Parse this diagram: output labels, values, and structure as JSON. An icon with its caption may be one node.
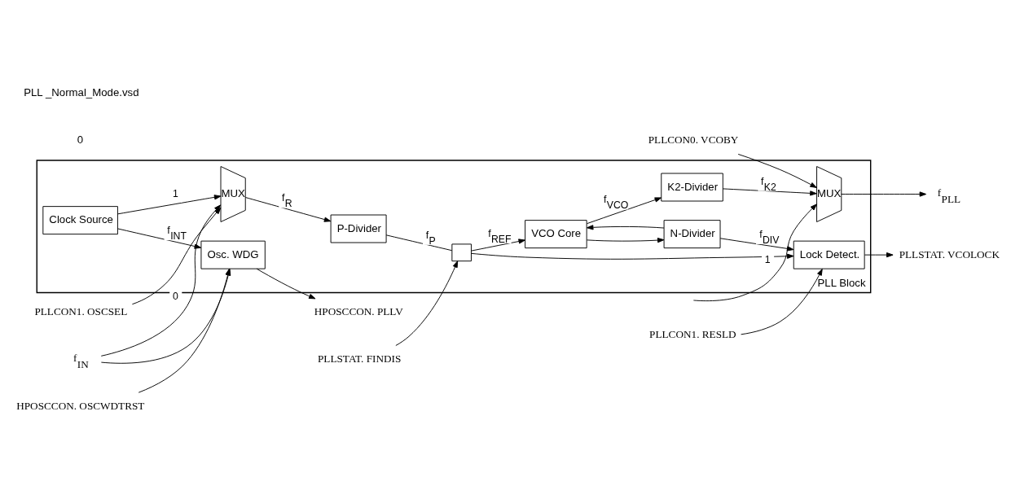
{
  "diagram": {
    "nodes": [
      {
        "text": [
          "PLL Block"
        ]
      },
      {
        "text": [
          "PLLCON1. OSCSEL"
        ]
      },
      {
        "text": [
          "PLLSTAT. FINDIS"
        ]
      },
      {
        "text": [
          "PLLCON0. VCOBY"
        ]
      },
      {
        "text": [
          "f$_{IN}$"
        ]
      },
      {
        "text": [
          "MUX"
        ],
        "in": 0
      },
      {
        "text": [
          "P-Divider"
        ],
        "in": 0
      },
      {
        "text": [],
        "shape": "box",
        "in": 0
      },
      {
        "text": [
          "VCO Core"
        ],
        "in": 0
      },
      {
        "text": [
          "K2-Divider"
        ],
        "in": 0
      },
      {
        "text": [
          "MUX"
        ],
        "in": 0
      },
      {
        "text": [
          "f$_{PLL}$"
        ]
      },
      {
        "text": [
          "Clock Source"
        ],
        "in": 0
      },
      {
        "text": [
          "Lock Detect."
        ],
        "in": 0
      },
      {
        "text": [
          "N-Divider"
        ],
        "in": 0
      },
      {
        "text": [
          "Osc. WDG"
        ],
        "in": 0
      },
      {
        "text": [
          "HPOSCCON. OSCWDTRST"
        ]
      },
      {
        "text": [
          "HPOSCCON. PLLV"
        ]
      },
      {
        "text": [
          "PLLCON1. RESLD"
        ]
      },
      {
        "text": [
          "PLLSTAT. VCOLOCK"
        ]
      }
    ],
    "edges": [
      {
        "from": 1,
        "to": 5,
        "arrow": "to"
      },
      {
        "from": 2,
        "to": 7,
        "arrow": "to"
      },
      {
        "from": 3,
        "to": 10,
        "arrow": "to"
      },
      {
        "from": 4,
        "to": 5,
        "label": "0",
        "arrow": "to"
      },
      {
        "from": 4,
        "to": 15,
        "arrow": "to"
      },
      {
        "from": 5,
        "to": 6,
        "label": "f$_{R}$",
        "arrow": "to"
      },
      {
        "from": 6,
        "to": 7,
        "label": "f$_{P}$",
        "arrow": "none"
      },
      {
        "from": 7,
        "to": 8,
        "label": "f$_{REF}$",
        "arrow": "to"
      },
      {
        "from": 7,
        "to": 13,
        "arrow": "to"
      },
      {
        "from": 8,
        "to": 9,
        "label": "f$_{VCO}$",
        "arrow": "to"
      },
      {
        "from": 8,
        "to": 14,
        "arrow": "to"
      },
      {
        "from": 9,
        "to": 10,
        "label": "f$_{K2}$",
        "arrow": "to"
      },
      {
        "from": null,
        "to": 10,
        "label": "1",
        "arrow": "to"
      },
      {
        "from": 10,
        "to": 11,
        "arrow": "to"
      },
      {
        "from": 12,
        "to": 5,
        "label": "1",
        "arrow": "to"
      },
      {
        "from": 12,
        "to": 15,
        "label": "f$_{INT}$",
        "arrow": "to"
      },
      {
        "from": 14,
        "to": 8,
        "arrow": "to"
      },
      {
        "from": 14,
        "to": 13,
        "label": "f$_{DIV}$",
        "arrow": "to"
      },
      {
        "from": 16,
        "to": 15,
        "arrow": "to"
      },
      {
        "from": 15,
        "to": 17,
        "arrow": "to"
      },
      {
        "from": 18,
        "to": 13,
        "arrow": "to"
      },
      {
        "from": 13,
        "to": 19,
        "arrow": "to"
      }
    ],
    "labels": [
      "0",
      "PLL _Normal_Mode.vsd"
    ]
  }
}
